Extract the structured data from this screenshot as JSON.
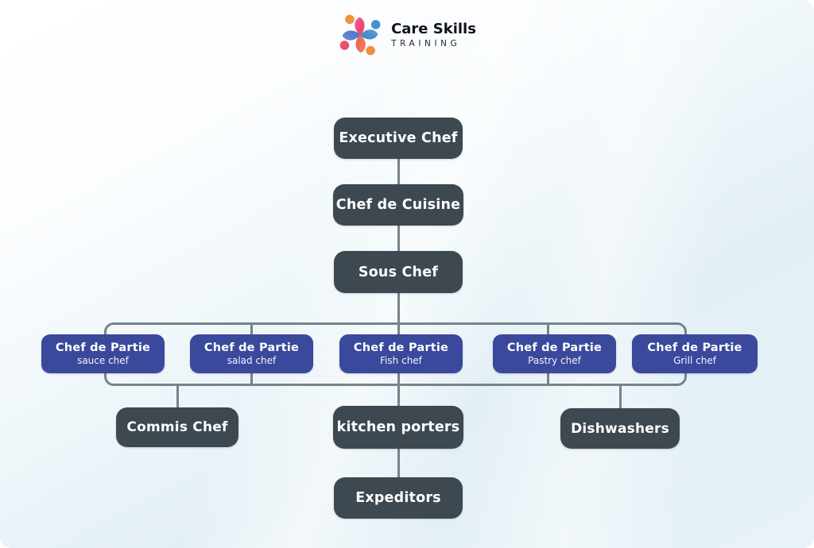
{
  "brand": {
    "name": "Care Skills",
    "tagline": "TRAINING"
  },
  "colors": {
    "dark_box": "#3d4851",
    "blue_box": "#3a499c",
    "connector": "#75848a",
    "box_text": "#ffffff",
    "brand_text": "#101319",
    "background_tint": "#e3eff5",
    "logo_orange": "#f0913b",
    "logo_pink": "#ec4d74",
    "logo_blue": "#478fd1",
    "logo_coral": "#ee6d54"
  },
  "nodes": {
    "executive": {
      "label": "Executive Chef"
    },
    "cuisine": {
      "label": "Chef de Cuisine"
    },
    "sous": {
      "label": "Sous Chef"
    },
    "partie": [
      {
        "title": "Chef de Partie",
        "subtitle": "sauce chef"
      },
      {
        "title": "Chef de Partie",
        "subtitle": "salad chef"
      },
      {
        "title": "Chef de Partie",
        "subtitle": "Fish chef"
      },
      {
        "title": "Chef de Partie",
        "subtitle": "Pastry chef"
      },
      {
        "title": "Chef de Partie",
        "subtitle": "Grill chef"
      }
    ],
    "commis": {
      "label": "Commis Chef"
    },
    "porters": {
      "label": "kitchen porters"
    },
    "dishwashers": {
      "label": "Dishwashers"
    },
    "expeditors": {
      "label": "Expeditors"
    }
  },
  "structure": {
    "type": "org-tree",
    "edges": [
      [
        "Executive Chef",
        "Chef de Cuisine"
      ],
      [
        "Chef de Cuisine",
        "Sous Chef"
      ],
      [
        "Sous Chef",
        "Chef de Partie (sauce chef)"
      ],
      [
        "Sous Chef",
        "Chef de Partie (salad chef)"
      ],
      [
        "Sous Chef",
        "Chef de Partie (Fish chef)"
      ],
      [
        "Sous Chef",
        "Chef de Partie (Pastry chef)"
      ],
      [
        "Sous Chef",
        "Chef de Partie (Grill chef)"
      ],
      [
        "Chef de Partie group",
        "Commis Chef"
      ],
      [
        "Chef de Partie group",
        "kitchen porters"
      ],
      [
        "Chef de Partie group",
        "Dishwashers"
      ],
      [
        "kitchen porters",
        "Expeditors"
      ]
    ]
  }
}
